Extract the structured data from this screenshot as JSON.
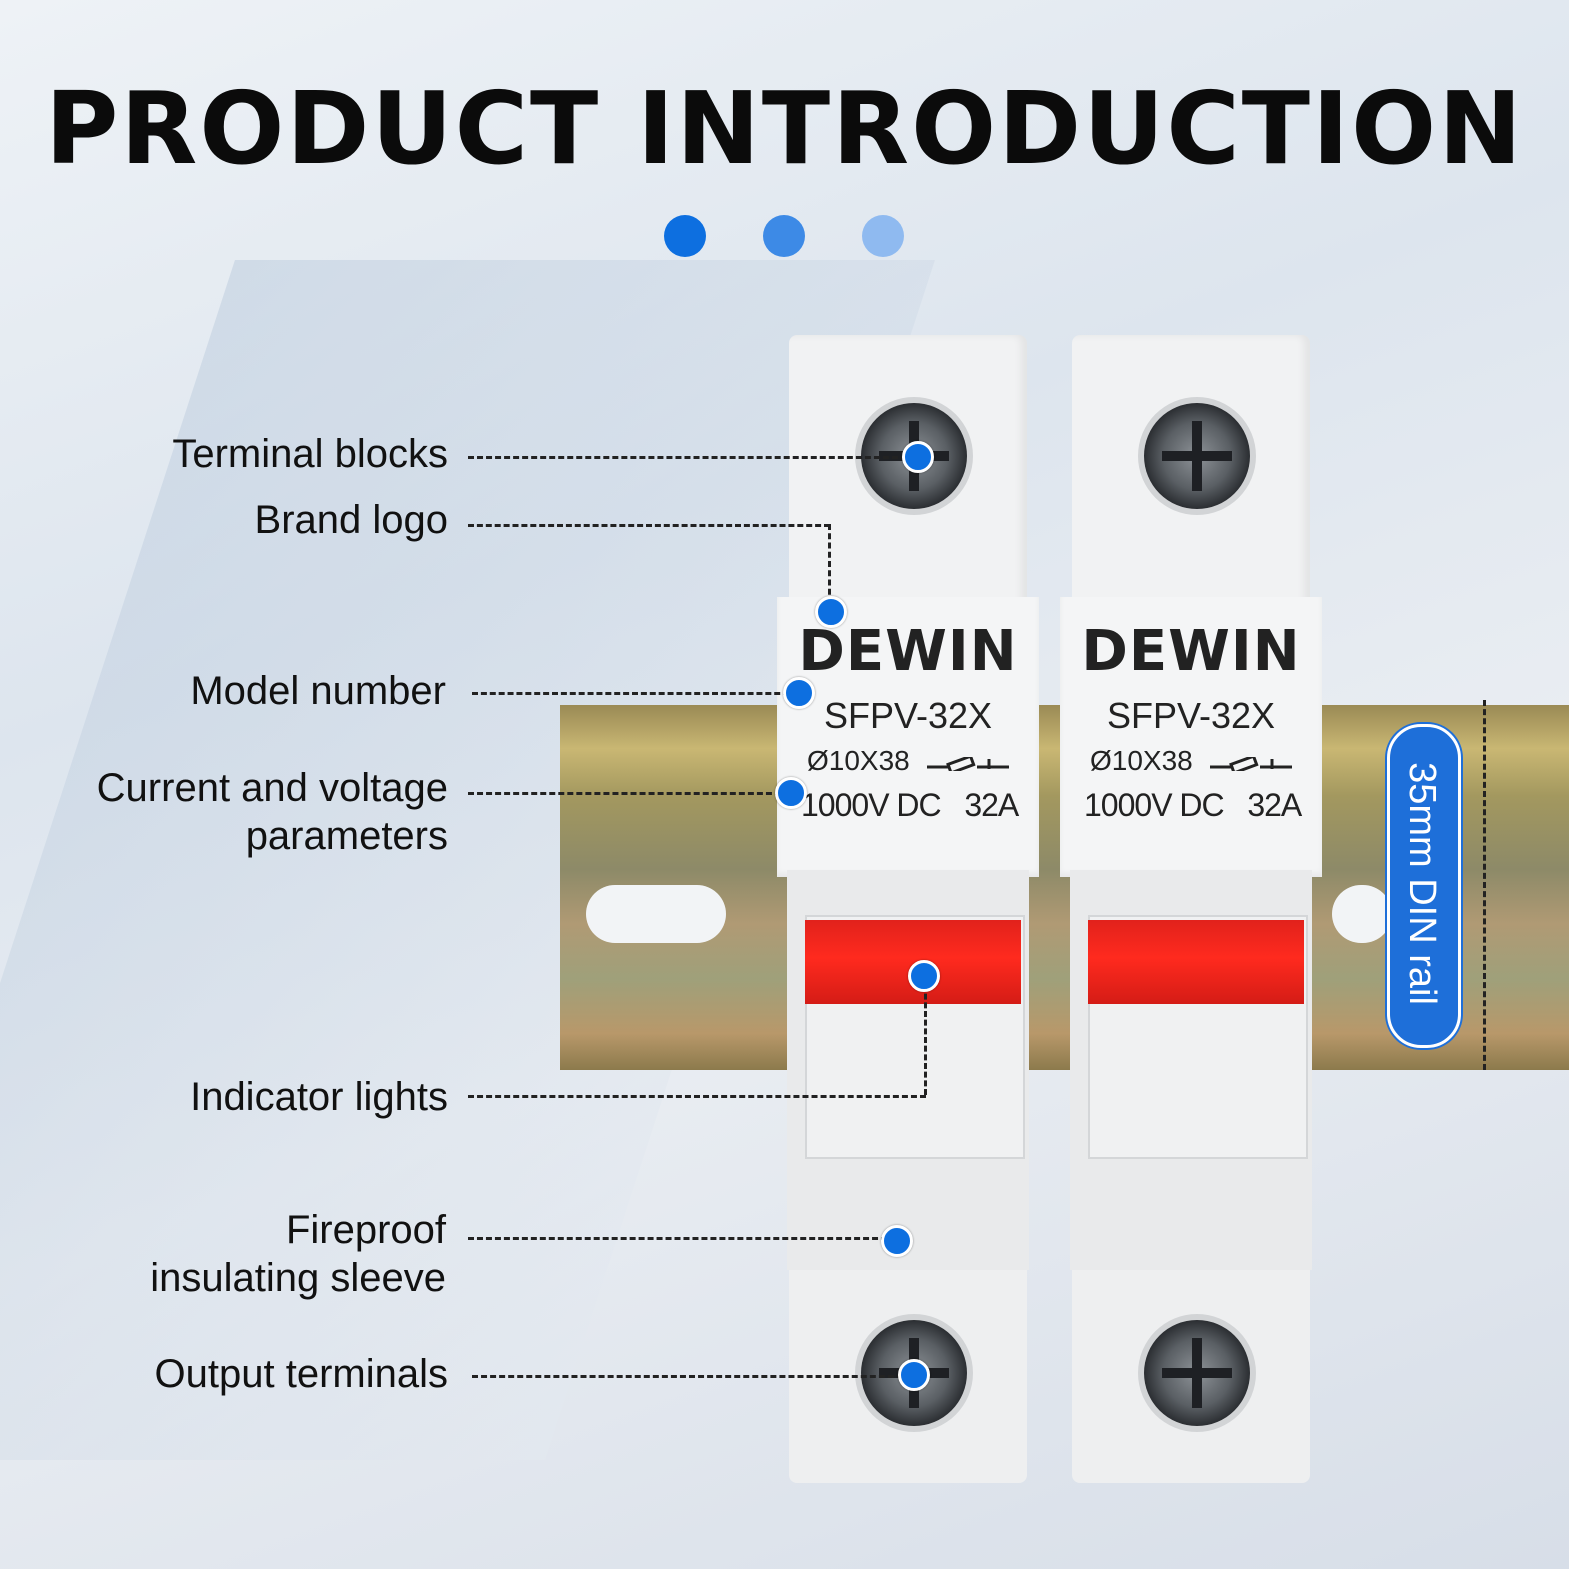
{
  "title": "PRODUCT INTRODUCTION",
  "dots": {
    "colors": [
      "#0d6fe0",
      "#3d8ae6",
      "#8fbaf0"
    ]
  },
  "accent_color": "#0d6fe0",
  "callouts": {
    "terminal_blocks": "Terminal blocks",
    "brand_logo": "Brand logo",
    "model_number": "Model number",
    "current_voltage_line1": "Current and voltage",
    "current_voltage_line2": "parameters",
    "indicator_lights": "Indicator lights",
    "fireproof_line1": "Fireproof",
    "fireproof_line2": "insulating sleeve",
    "output_terminals": "Output terminals"
  },
  "product": {
    "brand": "DEWIN",
    "model": "SFPV-32X",
    "dimensions": "Ø10X38",
    "voltage": "1000V DC",
    "current": "32A",
    "indicator_color": "#ff2a1e"
  },
  "din_rail": {
    "label": "35mm DIN rail"
  }
}
